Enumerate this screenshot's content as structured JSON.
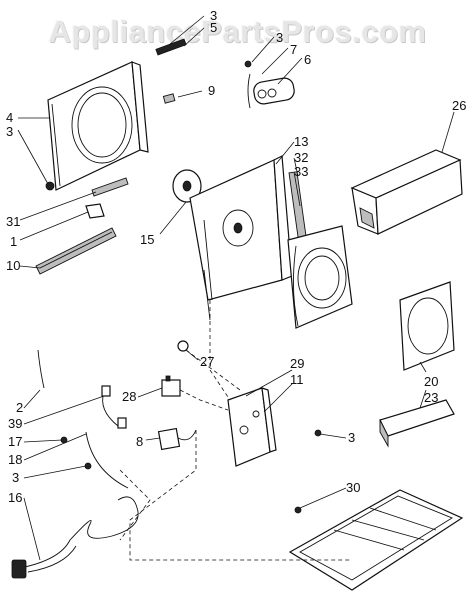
{
  "watermark": "AppliancePartsPros.com",
  "callouts": {
    "c3a": "3",
    "c5": "5",
    "c9": "9",
    "c3b": "3",
    "c7": "7",
    "c6": "6",
    "c4": "4",
    "c3c": "3",
    "c26": "26",
    "c13": "13",
    "c32": "32",
    "c33": "33",
    "c15": "15",
    "c31": "31",
    "c1": "1",
    "c10": "10",
    "c27": "27",
    "c2": "2",
    "c39": "39",
    "c17": "17",
    "c18": "18",
    "c3d": "3",
    "c16": "16",
    "c28": "28",
    "c29": "29",
    "c11": "11",
    "c8": "8",
    "c3e": "3",
    "c30": "30",
    "c20": "20",
    "c23": "23"
  }
}
